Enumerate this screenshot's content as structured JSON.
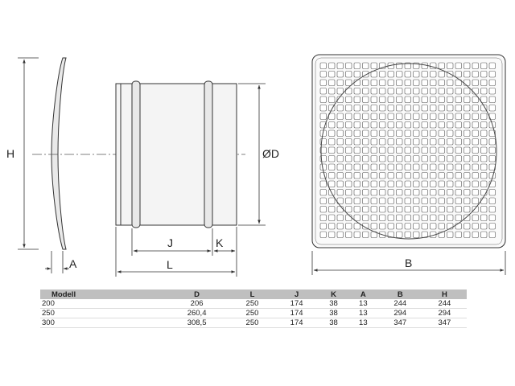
{
  "dimensions": {
    "H": "H",
    "A": "A",
    "J": "J",
    "K": "K",
    "L": "L",
    "D": "ØD",
    "B": "B"
  },
  "table": {
    "headers": [
      "Modell",
      "D",
      "L",
      "J",
      "K",
      "A",
      "B",
      "H"
    ],
    "rows": [
      [
        "200",
        "206",
        "250",
        "174",
        "38",
        "13",
        "244",
        "244"
      ],
      [
        "250",
        "260,4",
        "250",
        "174",
        "38",
        "13",
        "294",
        "294"
      ],
      [
        "300",
        "308,5",
        "250",
        "174",
        "38",
        "13",
        "347",
        "347"
      ]
    ]
  }
}
